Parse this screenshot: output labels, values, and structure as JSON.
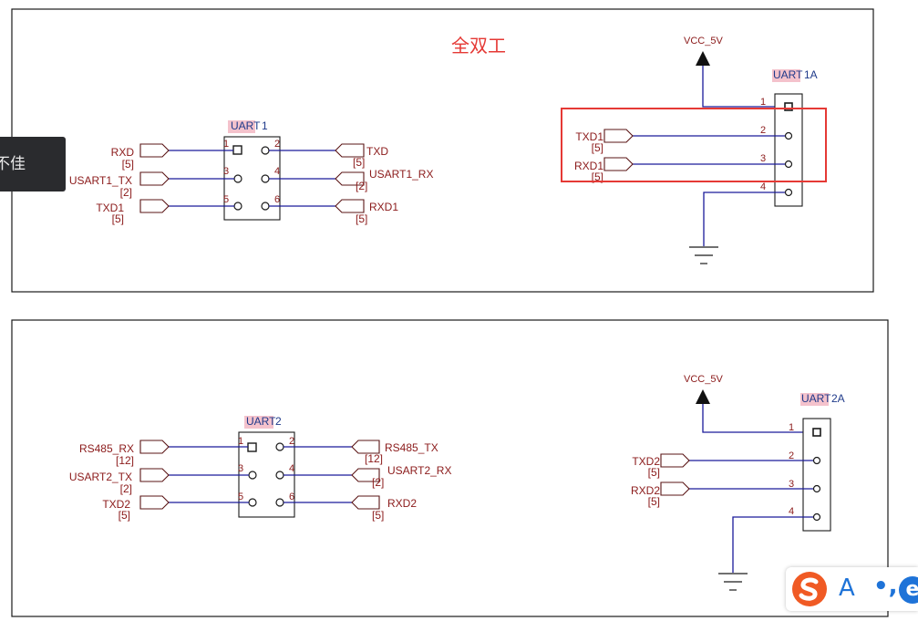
{
  "title": "全双工",
  "tooltip_text": "不佳",
  "colors": {
    "net": "#1a1a9a",
    "label": "#8b1a1a",
    "highlight_box": "#e53935",
    "title": "#e53935",
    "ref": "#1f3a8a"
  },
  "ime": {
    "a_label": "A",
    "punct_label": "•,",
    "e_label": "e",
    "logo_icon": "sogou-logo-icon"
  },
  "top": {
    "header1": {
      "ref_hl": "UART",
      "ref_num": "1",
      "left_pins": [
        "1",
        "3",
        "5"
      ],
      "right_pins": [
        "2",
        "4",
        "6"
      ],
      "left_ports": [
        {
          "name": "RXD",
          "ref": "[5]"
        },
        {
          "name": "USART1_TX",
          "ref": "[2]"
        },
        {
          "name": "TXD1",
          "ref": "[5]"
        }
      ],
      "right_ports": [
        {
          "name": "TXD",
          "ref": "[5]"
        },
        {
          "name": "USART1_RX",
          "ref": "[2]"
        },
        {
          "name": "RXD1",
          "ref": "[5]"
        }
      ]
    },
    "connector": {
      "ref_hl": "UART",
      "ref_num": "1A",
      "power": "VCC_5V",
      "pins": [
        "1",
        "2",
        "3",
        "4"
      ],
      "ports": [
        {
          "name": "TXD1",
          "ref": "[5]"
        },
        {
          "name": "RXD1",
          "ref": "[5]"
        }
      ]
    }
  },
  "bottom": {
    "header2": {
      "ref_hl": "UART",
      "ref_num": "2",
      "left_pins": [
        "1",
        "3",
        "5"
      ],
      "right_pins": [
        "2",
        "4",
        "6"
      ],
      "left_ports": [
        {
          "name": "RS485_RX",
          "ref": "[12]"
        },
        {
          "name": "USART2_TX",
          "ref": "[2]"
        },
        {
          "name": "TXD2",
          "ref": "[5]"
        }
      ],
      "right_ports": [
        {
          "name": "RS485_TX",
          "ref": "[12]"
        },
        {
          "name": "USART2_RX",
          "ref": "[2]"
        },
        {
          "name": "RXD2",
          "ref": "[5]"
        }
      ]
    },
    "connector": {
      "ref_hl": "UART",
      "ref_num": "2A",
      "power": "VCC_5V",
      "pins": [
        "1",
        "2",
        "3",
        "4"
      ],
      "ports": [
        {
          "name": "TXD2",
          "ref": "[5]"
        },
        {
          "name": "RXD2",
          "ref": "[5]"
        }
      ]
    }
  }
}
